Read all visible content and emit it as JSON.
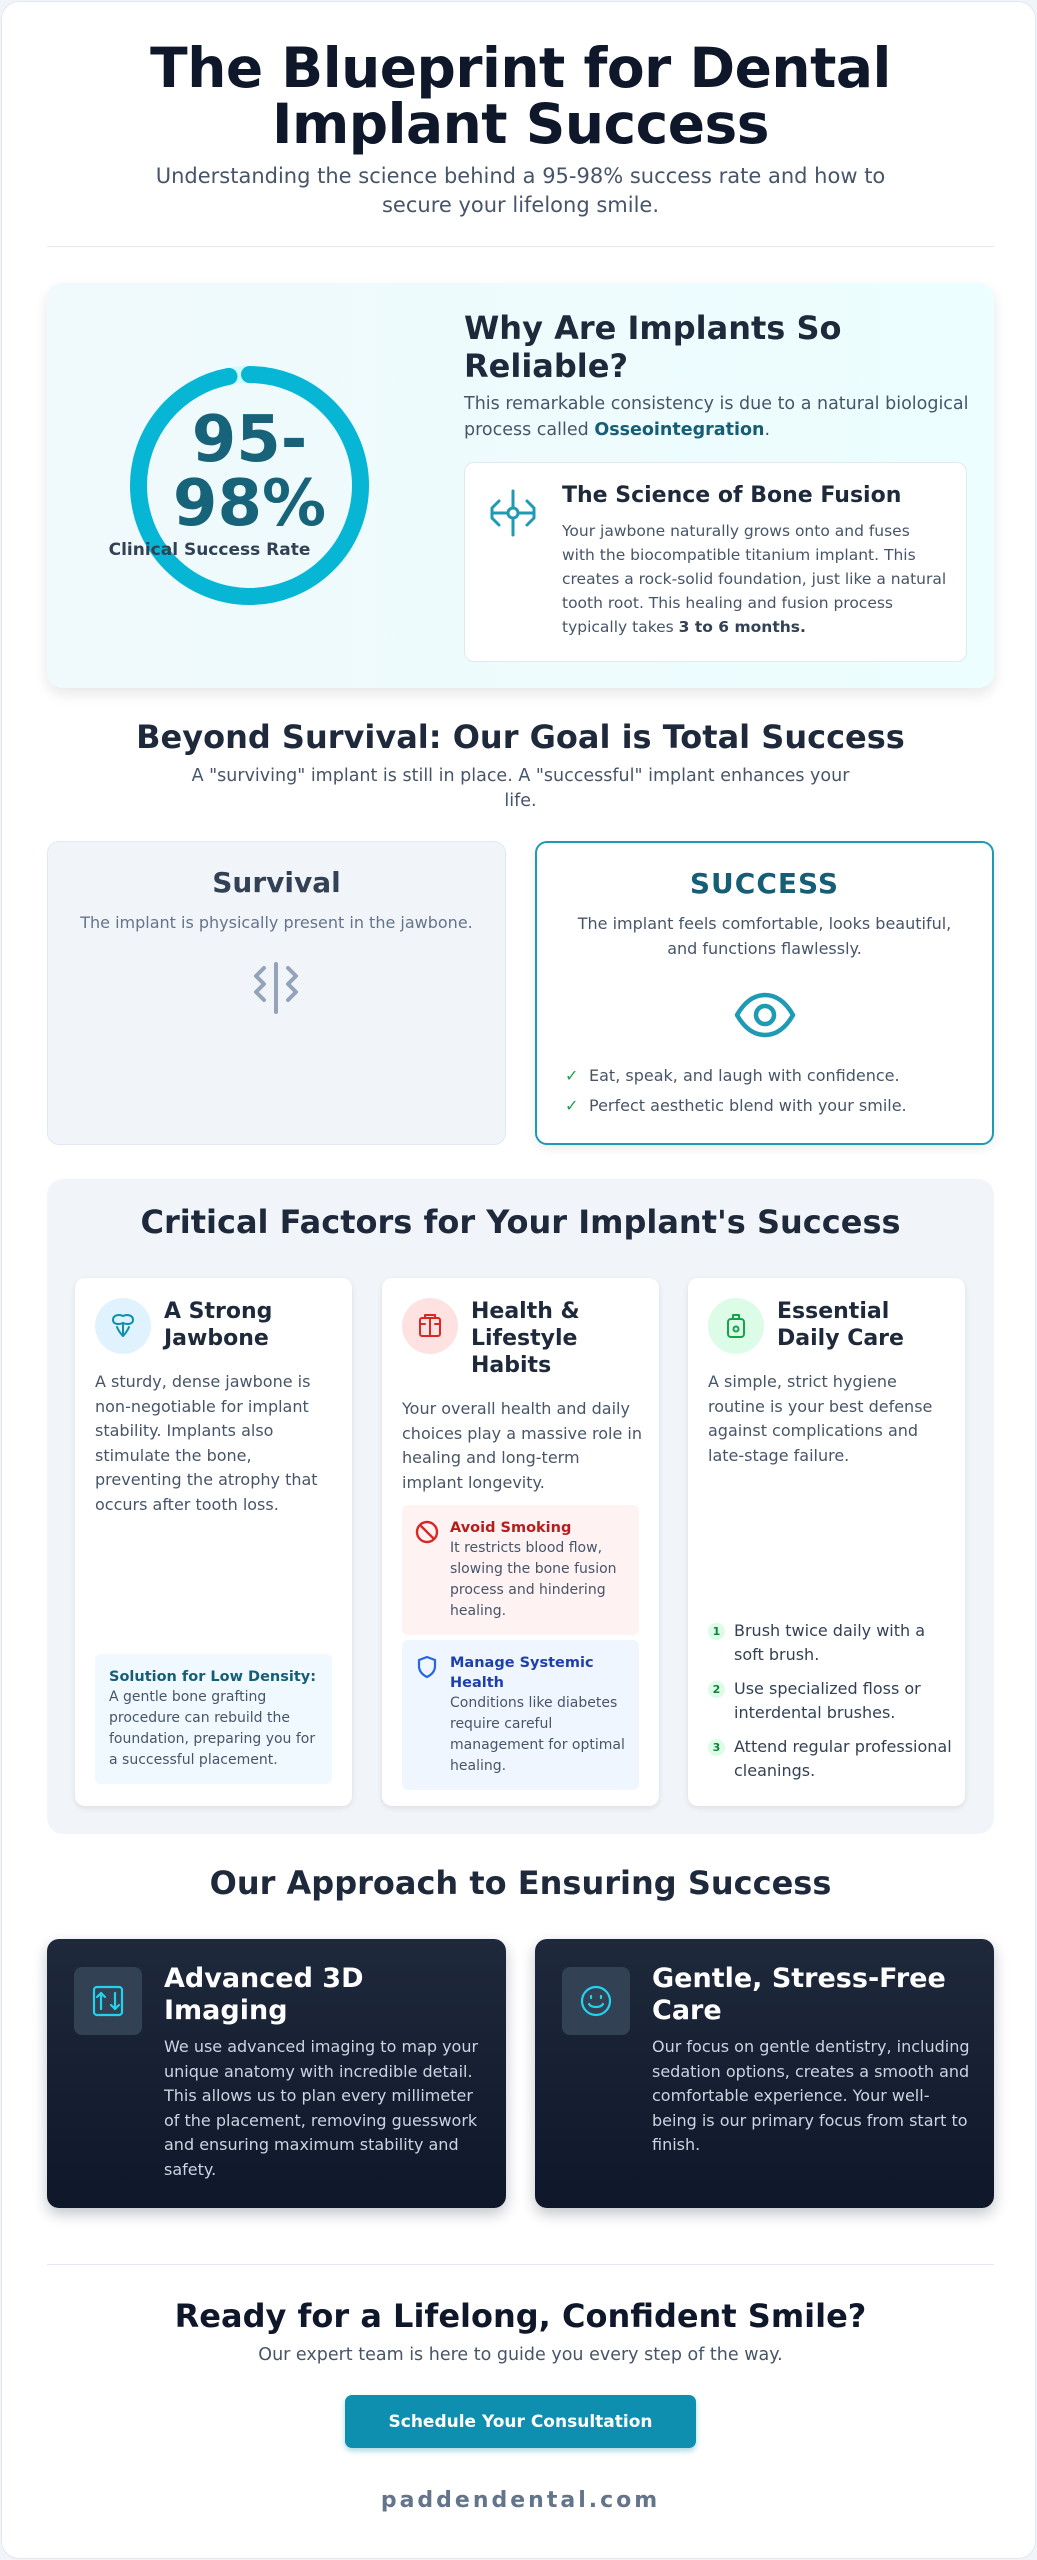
{
  "header": {
    "title": "The Blueprint for Dental Implant Success",
    "subtitle": "Understanding the science behind a 95-98% success rate and how to secure your lifelong smile."
  },
  "reliability": {
    "stat_value": "95-98%",
    "stat_caption": "Clinical Success Rate",
    "ring_fill_percent": 97,
    "title": "Why Are Implants So Reliable?",
    "text_before": "This remarkable consistency is due to a natural biological process called ",
    "text_highlight": "Osseointegration",
    "text_after": ".",
    "card": {
      "icon": "bone-fusion-icon",
      "title": "The Science of Bone Fusion",
      "text": "Your jawbone naturally grows onto and fuses with the biocompatible titanium implant. This creates a rock-solid foundation, just like a natural tooth root. This healing and fusion process typically takes ",
      "text_strong": "3 to 6 months."
    }
  },
  "beyond": {
    "title": "Beyond Survival: Our Goal is Total Success",
    "subtitle": "A \"surviving\" implant is still in place. A \"successful\" implant enhances your life.",
    "survival": {
      "heading": "Survival",
      "desc": "The implant is physically present in the jawbone.",
      "icon": "implant-icon"
    },
    "success": {
      "heading": "SUCCESS",
      "desc": "The implant feels comfortable, looks beautiful, and functions flawlessly.",
      "icon": "eye-icon",
      "items": [
        "Eat, speak, and laugh with confidence.",
        "Perfect aesthetic blend with your smile."
      ]
    }
  },
  "factors": {
    "title": "Critical Factors for Your Implant's Success",
    "cards": [
      {
        "title": "A Strong Jawbone",
        "icon": "jawbone-icon",
        "text": "A sturdy, dense jawbone is non-negotiable for implant stability. Implants also stimulate the bone, preventing the atrophy that occurs after tooth loss.",
        "note_title": "Solution for Low Density:",
        "note_text": "A gentle bone grafting procedure can rebuild the foundation, preparing you for a successful placement."
      },
      {
        "title": "Health & Lifestyle Habits",
        "icon": "lifestyle-icon",
        "text": "Your overall health and daily choices play a massive role in healing and long-term implant longevity.",
        "notes": [
          {
            "icon": "no-smoking-icon",
            "title": "Avoid Smoking",
            "text": "It restricts blood flow, slowing the bone fusion process and hindering healing."
          },
          {
            "icon": "shield-icon",
            "title": "Manage Systemic Health",
            "text": "Conditions like diabetes require careful management for optimal healing."
          }
        ]
      },
      {
        "title": "Essential Daily Care",
        "icon": "toothbrush-icon",
        "text": "A simple, strict hygiene routine is your best defense against complications and late-stage failure.",
        "steps": [
          {
            "num": "1",
            "text": "Brush twice daily with a soft brush."
          },
          {
            "num": "2",
            "text": "Use specialized floss or interdental brushes."
          },
          {
            "num": "3",
            "text": "Attend regular professional cleanings."
          }
        ]
      }
    ]
  },
  "approach": {
    "title": "Our Approach to Ensuring Success",
    "cards": [
      {
        "icon": "imaging-3d-icon",
        "title": "Advanced 3D Imaging",
        "text": "We use advanced imaging to map your unique anatomy with incredible detail. This allows us to plan every millimeter of the placement, removing guesswork and ensuring maximum stability and safety."
      },
      {
        "icon": "smile-icon",
        "title": "Gentle, Stress-Free Care",
        "text": "Our focus on gentle dentistry, including sedation options, creates a smooth and comfortable experience. Your well-being is our primary focus from start to finish."
      }
    ]
  },
  "cta": {
    "title": "Ready for a Lifelong, Confident Smile?",
    "subtitle": "Our expert team is here to guide you every step of the way.",
    "button_label": "Schedule Your Consultation"
  },
  "footer": {
    "brand": "paddendental.com"
  },
  "colors": {
    "accent": "#0e8fb0",
    "ring": "#06b6d4",
    "teal_dark": "#155e75",
    "success_check": "#16a34a",
    "warning_red": "#dc2626",
    "dark_card": "#1e293b"
  }
}
